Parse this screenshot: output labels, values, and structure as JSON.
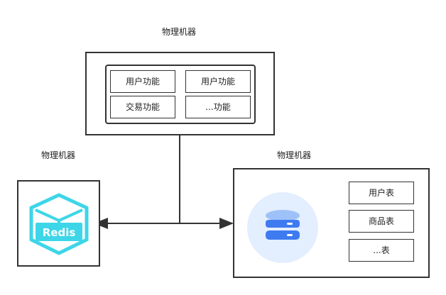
{
  "app_machine": {
    "caption": "物理机器",
    "modules": [
      {
        "label": "用户功能"
      },
      {
        "label": "用户功能"
      },
      {
        "label": "交易功能"
      },
      {
        "label": "...功能"
      }
    ]
  },
  "cache_machine": {
    "caption": "物理机器",
    "logo_text": "Redis"
  },
  "db_machine": {
    "caption": "物理机器",
    "tables": [
      {
        "label": "用户表"
      },
      {
        "label": "商品表"
      },
      {
        "label": "...表"
      }
    ]
  },
  "colors": {
    "line": "#333333",
    "redis_teal": "#3DD6E8",
    "db_circle_bg": "#E3EEFF",
    "db_blue": "#3E7BF0",
    "db_light": "#9FC1FA"
  }
}
